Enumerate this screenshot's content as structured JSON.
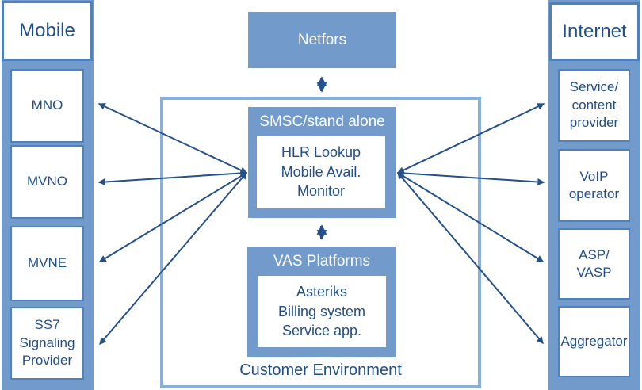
{
  "colors": {
    "blue_fill": "#729ACA",
    "box_border": "#4F81BD",
    "env_border": "#89AFDC",
    "text_blue": "#1F4E8C",
    "arrow_blue": "#24508C"
  },
  "mobile_column": {
    "title": "Mobile",
    "items": [
      "MNO",
      "MVNO",
      "MVNE",
      "SS7\nSignaling\nProvider"
    ]
  },
  "internet_column": {
    "title": "Internet",
    "items": [
      "Service/\ncontent\nprovider",
      "VoIP\noperator",
      "ASP/\nVASP",
      "Aggregator"
    ]
  },
  "netfors_label": "Netfors",
  "customer_environment": {
    "label": "Customer Environment",
    "smsc": {
      "title": "SMSC/stand alone",
      "lines": [
        "HLR Lookup",
        "Mobile Avail. Monitor"
      ]
    },
    "vas": {
      "title": "VAS Platforms",
      "lines": [
        "Asteriks",
        "Billing system",
        "Service app."
      ]
    }
  }
}
